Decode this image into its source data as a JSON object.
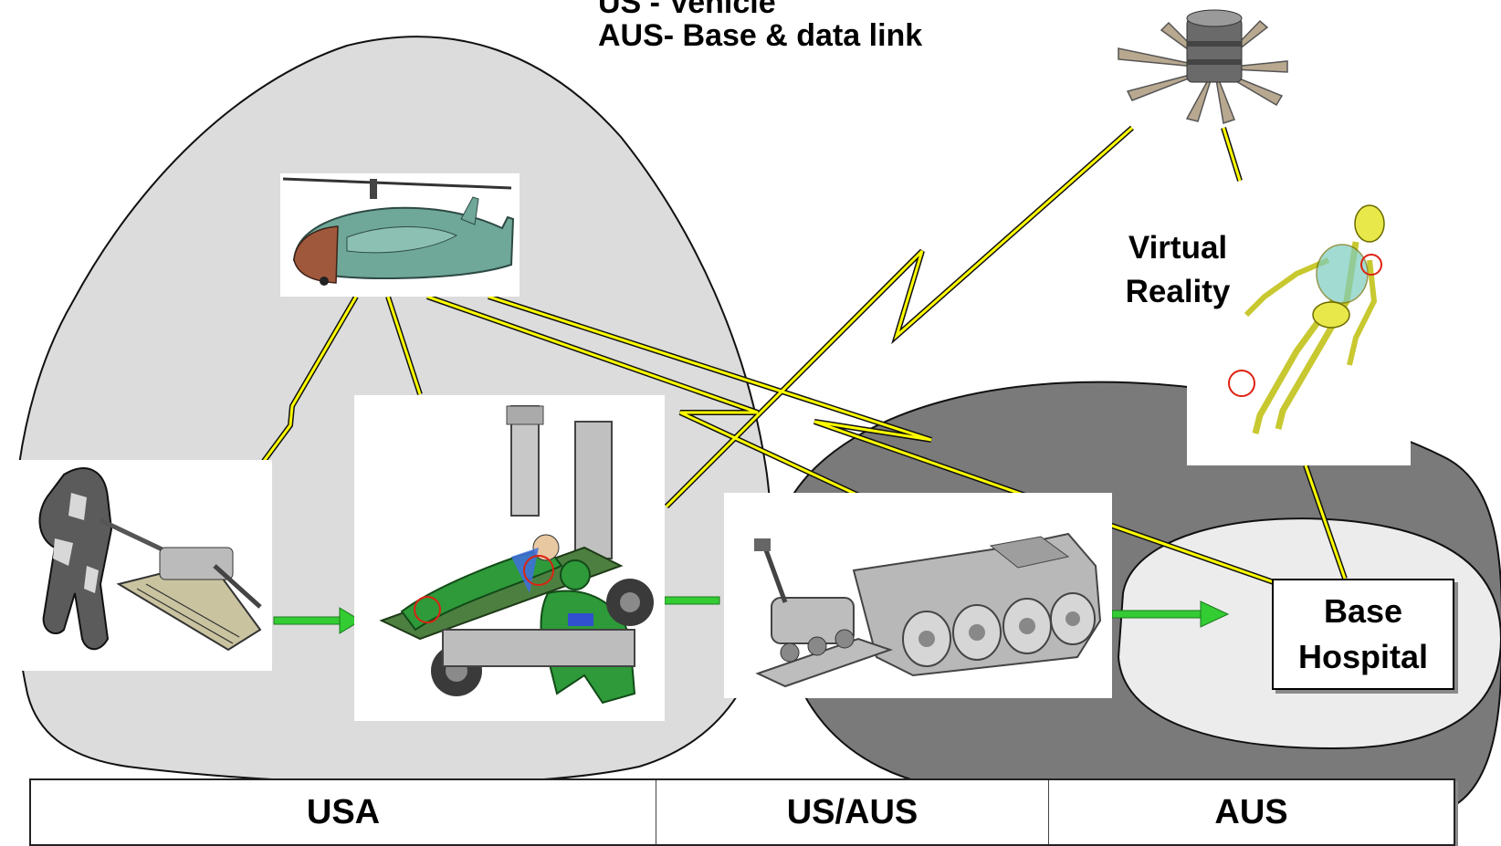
{
  "heading": {
    "line1": "US - Vehicle",
    "line2": "AUS- Base & data link"
  },
  "virtual_reality": {
    "line1": "Virtual",
    "line2": "Reality"
  },
  "base_hospital": {
    "line1": "Base",
    "line2": "Hospital"
  },
  "regions": [
    "USA",
    "US/AUS",
    "AUS"
  ],
  "colors": {
    "link_line": "#ffff00",
    "flow_arrow": "#33cc33",
    "zone_light": "#dcdcdc",
    "zone_dark": "#7a7a7a",
    "zone_hospital": "#ececec"
  },
  "icons": [
    "satellite-icon",
    "uav-helicopter-icon",
    "soldier-with-robot-icon",
    "robotic-stretcher-icon",
    "tracked-robot-transport-vehicle-icon",
    "skeleton-virtual-reality-icon"
  ]
}
